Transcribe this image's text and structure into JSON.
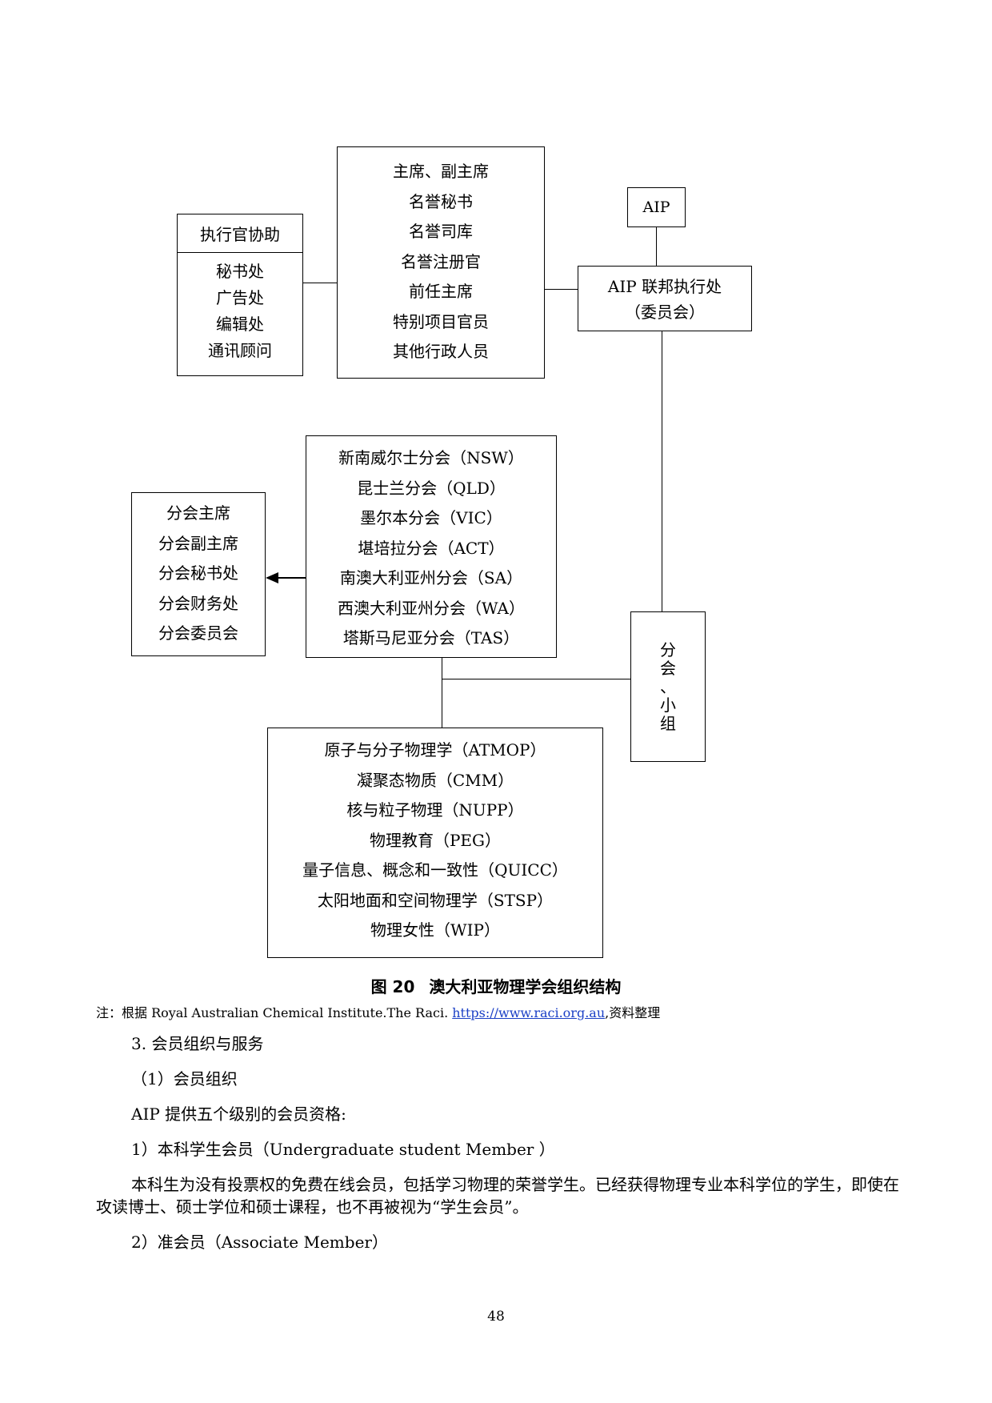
{
  "diagram": {
    "exec_box": {
      "title": "执行官协助",
      "items": [
        "秘书处",
        "广告处",
        "编辑处",
        "通讯顾问"
      ]
    },
    "officers_box": {
      "items": [
        "主席、副主席",
        "名誉秘书",
        "名誉司库",
        "名誉注册官",
        "前任主席",
        "特别项目官员",
        "其他行政人员"
      ]
    },
    "aip_box": {
      "label": "AIP"
    },
    "federal_box": {
      "lines": [
        "AIP 联邦执行处",
        "（委员会）"
      ]
    },
    "branches_box": {
      "items": [
        "新南威尔士分会（NSW）",
        "昆士兰分会（QLD）",
        "墨尔本分会（VIC）",
        "堪培拉分会（ACT）",
        "南澳大利亚州分会（SA）",
        "西澳大利亚州分会（WA）",
        "塔斯马尼亚分会（TAS）"
      ]
    },
    "branch_roles_box": {
      "items": [
        "分会主席",
        "分会副主席",
        "分会秘书处",
        "分会财务处",
        "分会委员会"
      ]
    },
    "groups_box": {
      "items": [
        "原子与分子物理学（ATMOP）",
        "凝聚态物质（CMM）",
        "核与粒子物理（NUPP）",
        "物理教育（PEG）",
        "量子信息、概念和一致性（QUICC）",
        "太阳地面和空间物理学（STSP）",
        "物理女性（WIP）"
      ]
    },
    "sections_box": {
      "chars": [
        "分",
        "会",
        "、",
        "小",
        "组"
      ]
    }
  },
  "caption": {
    "number": "图 20",
    "title": "澳大利亚物理学会组织结构"
  },
  "note": {
    "prefix": "注：根据 Royal Australian Chemical Institute.The Raci. ",
    "link": "https://www.raci.org.au",
    "suffix": ",资料整理"
  },
  "body": {
    "para1": "3. 会员组织与服务",
    "para2": "（1）会员组织",
    "para3": "AIP 提供五个级别的会员资格:",
    "para4": "1）本科学生会员（Undergraduate student Member ）",
    "para5": "本科生为没有投票权的免费在线会员，包括学习物理的荣誉学生。已经获得物理专业本科学位的学生，即使在攻读博士、硕士学位和硕士课程，也不再被视为“学生会员”。",
    "para6": "2）准会员（Associate Member）"
  },
  "page_number": "48"
}
